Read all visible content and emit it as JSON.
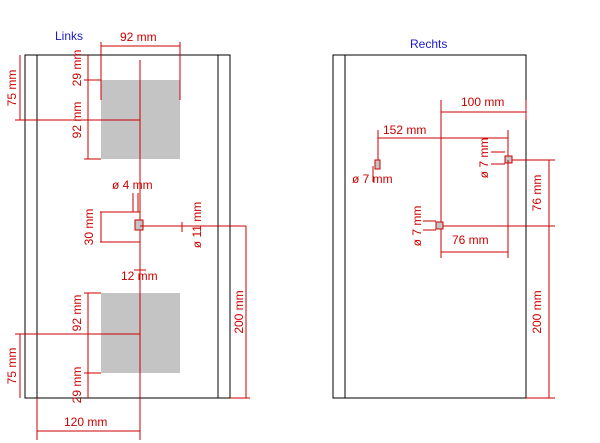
{
  "panels": {
    "left_title": "Links",
    "right_title": "Rechts"
  },
  "left_dims": {
    "top_width": "92 mm",
    "top_offset_left": "75 mm",
    "top_gap": "29 mm",
    "top_height": "92 mm",
    "hole_small": "ø 4 mm",
    "hole_spacing": "30 mm",
    "hole_large": "ø 11 mm",
    "hole_offset": "12 mm",
    "total_height": "200 mm",
    "bottom_height": "92 mm",
    "bottom_offset_left": "75 mm",
    "bottom_gap": "29 mm",
    "bottom_width": "120 mm"
  },
  "right_dims": {
    "top_width": "100 mm",
    "hole_distance": "152 mm",
    "hole_left": "ø 7 mm",
    "hole_right": "ø 7 mm",
    "vertical_spacing": "76 mm",
    "hole_lower": "ø 7 mm",
    "lower_width": "76 mm",
    "total_height": "200 mm"
  },
  "colors": {
    "dimension": "#cc0000",
    "title": "#1a1acc",
    "plate": "#c4c4c4",
    "outline": "#000000"
  }
}
